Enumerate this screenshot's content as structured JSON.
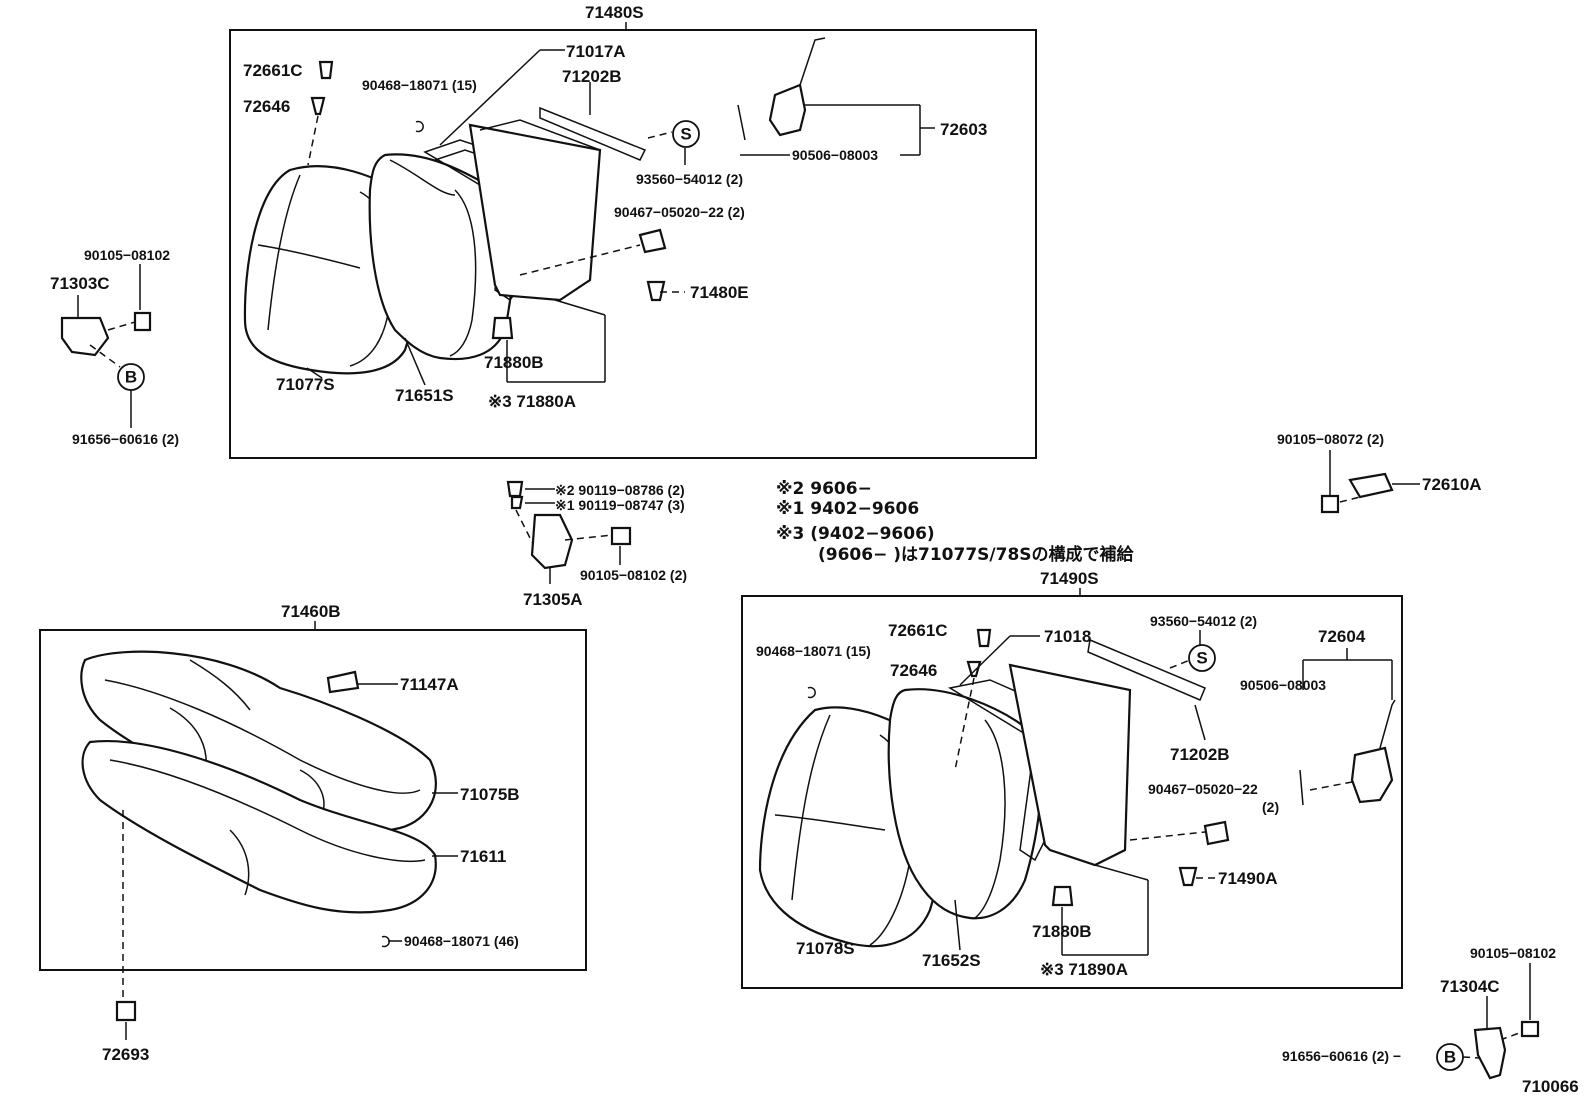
{
  "top_assembly": {
    "title": "71480S",
    "labels": {
      "p72661C": "72661C",
      "p72646": "72646",
      "p90468": "90468−18071 (15)",
      "p71017A": "71017A",
      "p71202B": "71202B",
      "pS": "S",
      "p93560": "93560−54012 (2)",
      "p72603": "72603",
      "p90506": "90506−08003",
      "p90467": "90467−05020−22 (2)",
      "p71480E": "71480E",
      "p71880B": "71880B",
      "p71880A": "※3 71880A",
      "p71077S": "71077S",
      "p71651S": "71651S"
    }
  },
  "left_hinge": {
    "p90105": "90105−08102",
    "p71303C": "71303C",
    "pB": "B",
    "p91656": "91656−60616 (2)"
  },
  "center_bracket": {
    "p90119a": "※2  90119−08786 (2)",
    "p90119b": "※1  90119−08747 (3)",
    "p90105": "90105−08102 (2)",
    "p71305A": "71305A"
  },
  "notes": {
    "n2": "※2 9606−",
    "n1": "※1 9402−9606",
    "n3a": "※3 (9402−9606)",
    "n3b": "(9606−       )は71077S/78Sの構成で補給"
  },
  "right_top": {
    "p90105": "90105−08072 (2)",
    "p72610A": "72610A"
  },
  "bottom_left_assembly": {
    "title": "71460B",
    "labels": {
      "p71147A": "71147A",
      "p71075B": "71075B",
      "p71611": "71611",
      "p90468": "90468−18071 (46)"
    }
  },
  "outside": {
    "p72693": "72693"
  },
  "bottom_right_assembly": {
    "title": "71490S",
    "labels": {
      "p93560": "93560−54012 (2)",
      "pS": "S",
      "p72661C": "72661C",
      "p71018": "71018",
      "p90468": "90468−18071 (15)",
      "p72646": "72646",
      "p72604": "72604",
      "p90506": "90506−08003",
      "p71202B": "71202B",
      "p90467": "90467−05020−22",
      "p90467q": "(2)",
      "p71490A": "71490A",
      "p71880B": "71880B",
      "p71890A": "※3 71890A",
      "p71078S": "71078S",
      "p71652S": "71652S"
    }
  },
  "right_hinge": {
    "p90105": "90105−08102",
    "p71304C": "71304C",
    "p91656": "91656−60616 (2) −",
    "pB": "B"
  },
  "figure_id": "710066"
}
